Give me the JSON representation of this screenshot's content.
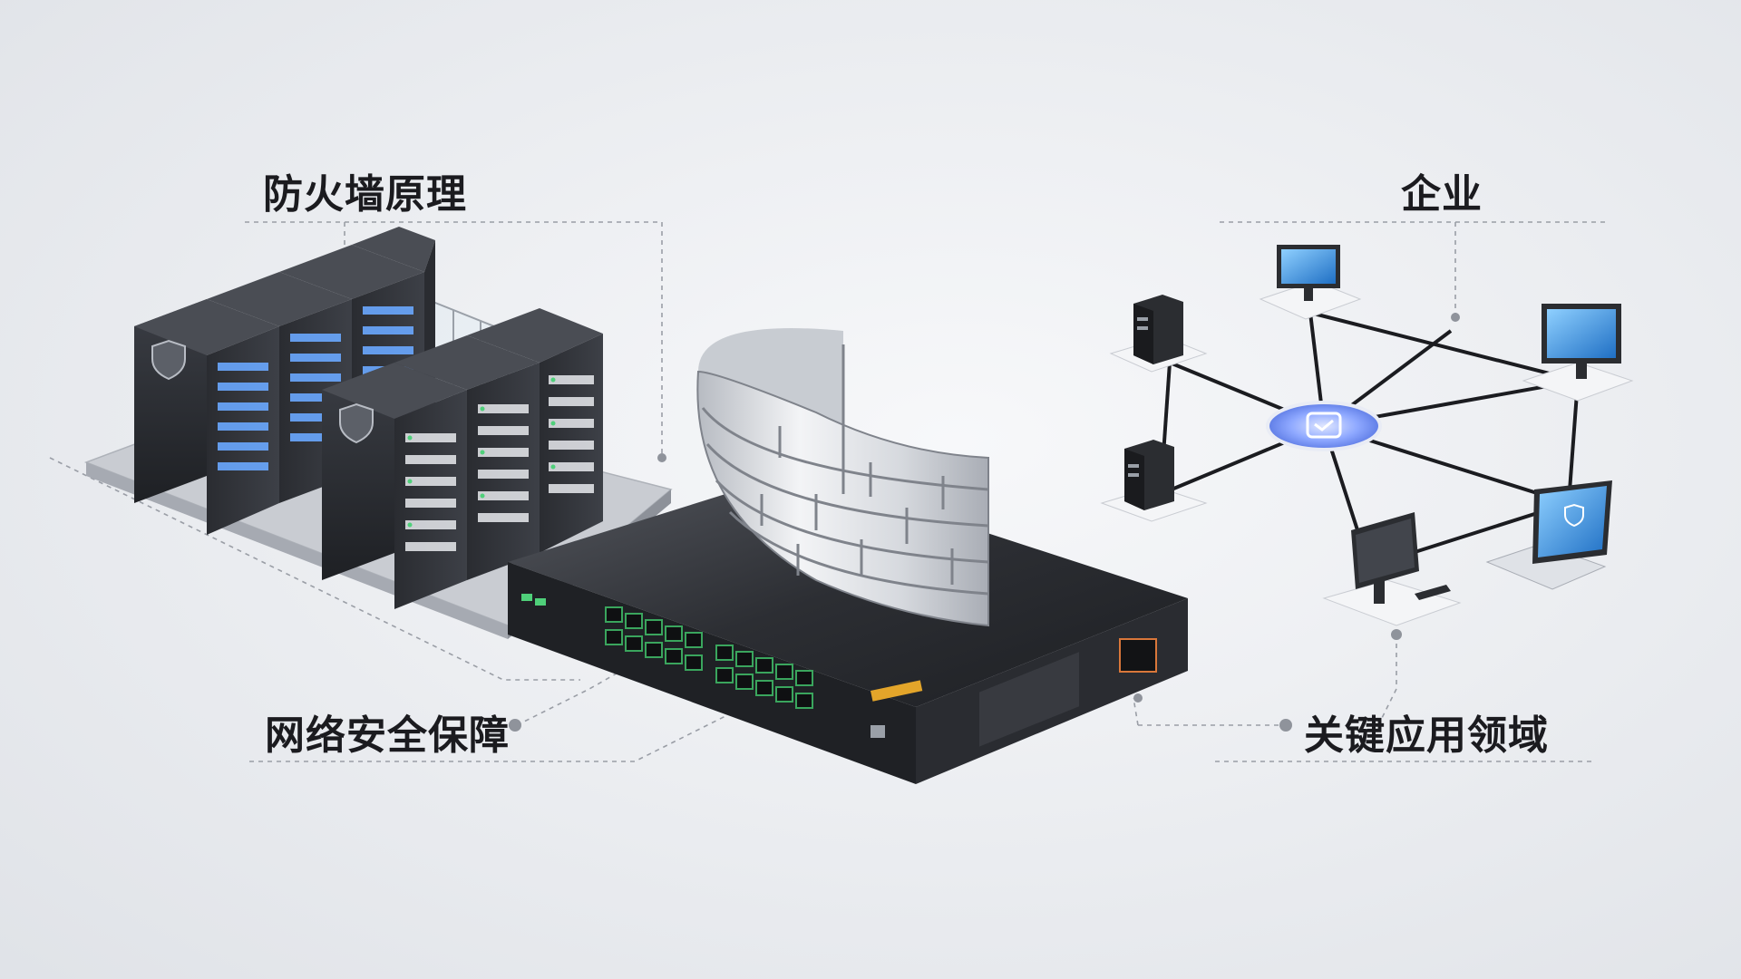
{
  "labels": {
    "top_left": "防火墙原理",
    "top_right": "企业",
    "bottom_left": "网络安全保障",
    "bottom_right": "关键应用领域"
  },
  "icons": {
    "server_racks": "server-rack-icon",
    "firewall_wall": "brick-wall-icon",
    "network_switch": "switch-icon",
    "network_hub": "hub-icon",
    "desktop": "monitor-icon",
    "laptop": "laptop-icon",
    "tower": "tower-server-icon",
    "shield": "shield-icon"
  },
  "colors": {
    "background": "#eceef2",
    "rack_body": "#2f3136",
    "rack_glow": "#3f8cff",
    "wall_light": "#e6e8ec",
    "wall_mortar": "#8c9098",
    "switch_body": "#2b2d31",
    "port_green": "#3aa55d",
    "screen_blue": "#3a8bd6",
    "hub_blue": "#5f8cff",
    "text": "#1b1b1f"
  }
}
